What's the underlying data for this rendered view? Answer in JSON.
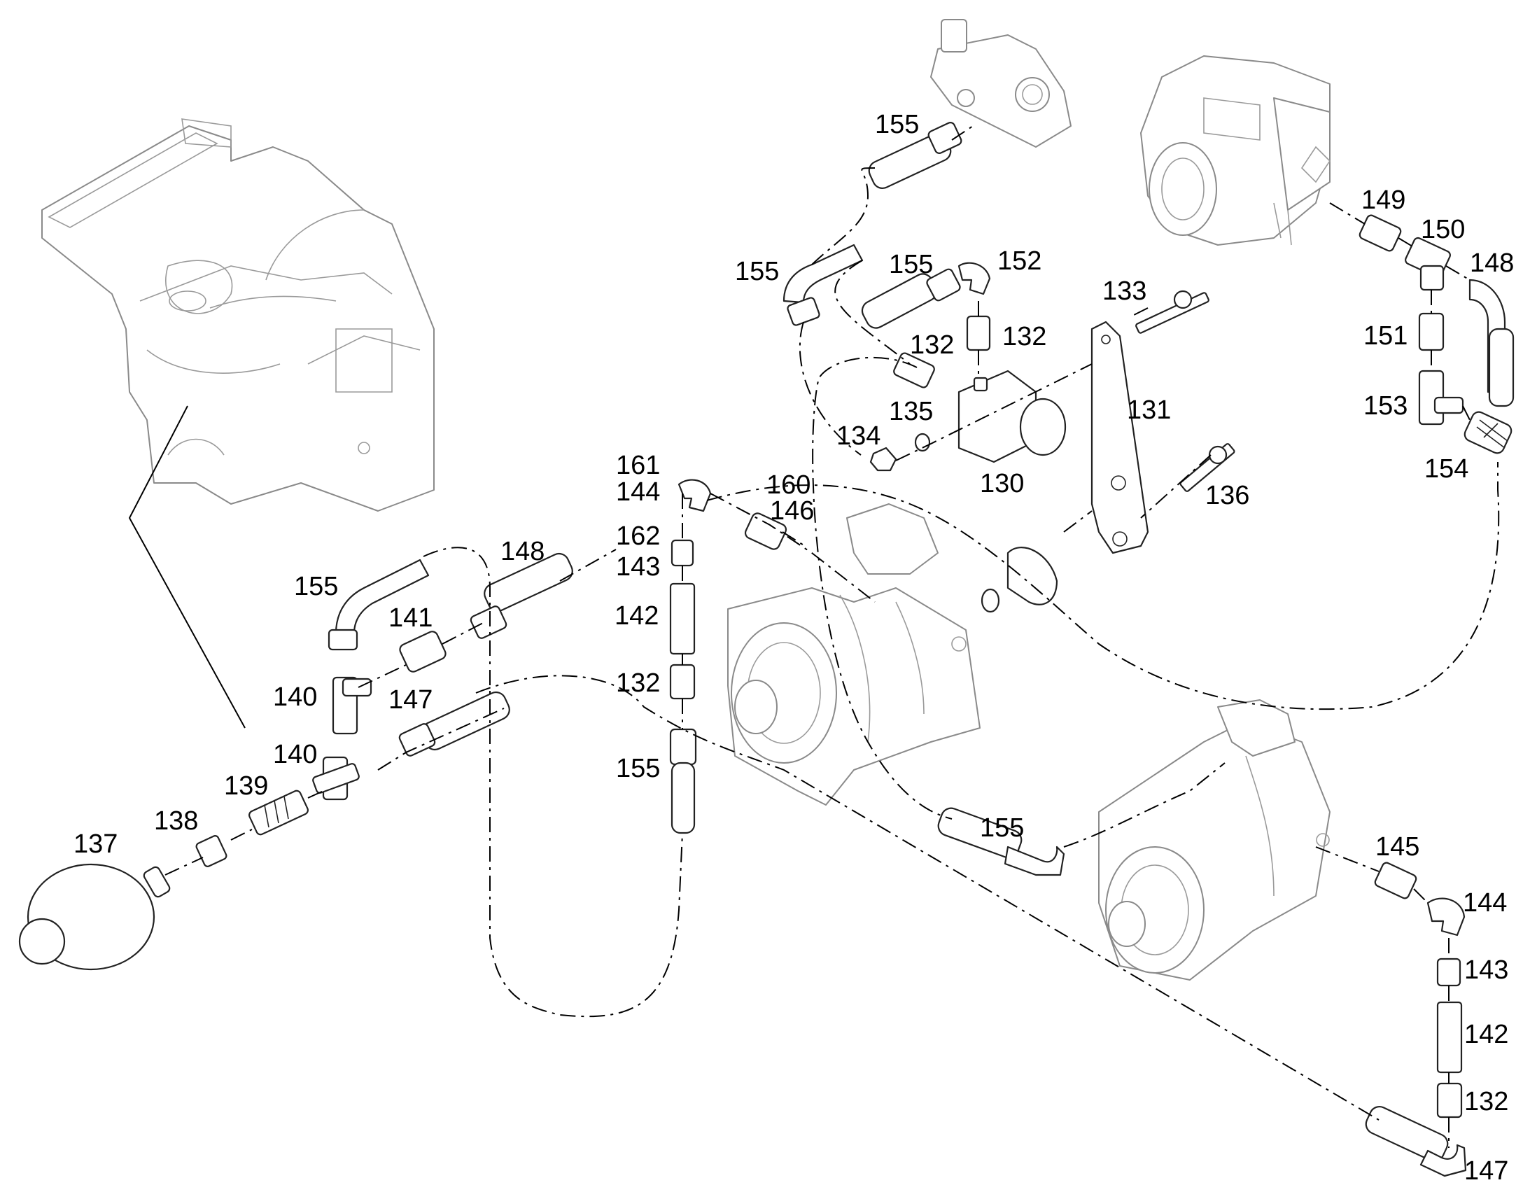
{
  "callouts": {
    "c130": "130",
    "c131": "131",
    "c132a": "132",
    "c132b": "132",
    "c132c": "132",
    "c132d": "132",
    "c133": "133",
    "c134": "134",
    "c135": "135",
    "c136": "136",
    "c137": "137",
    "c138": "138",
    "c139": "139",
    "c140a": "140",
    "c140b": "140",
    "c141": "141",
    "c142a": "142",
    "c142b": "142",
    "c143a": "143",
    "c143b": "143",
    "c144a": "144",
    "c144b": "144",
    "c145": "145",
    "c146": "146",
    "c147a": "147",
    "c147b": "147",
    "c148a": "148",
    "c148b": "148",
    "c149": "149",
    "c150": "150",
    "c151": "151",
    "c152": "152",
    "c153": "153",
    "c154": "154",
    "c155a": "155",
    "c155b": "155",
    "c155c": "155",
    "c155d": "155",
    "c155e": "155",
    "c160": "160",
    "c161": "161",
    "c162": "162"
  },
  "colors": {
    "line": "#000000",
    "part_outline": "#222222",
    "background_outline": "#8a8a8a"
  }
}
